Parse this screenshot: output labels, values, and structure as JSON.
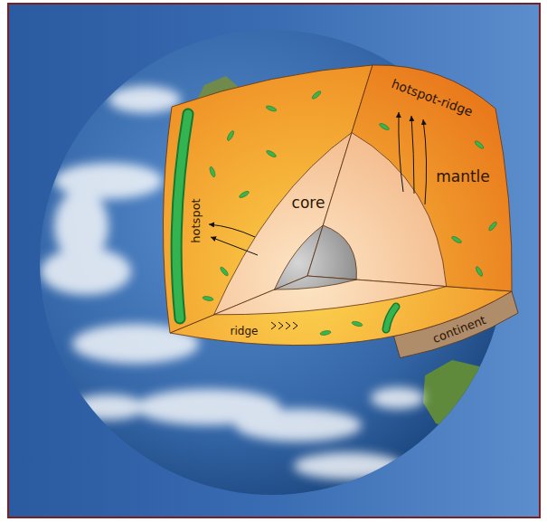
{
  "diagram": {
    "labels": [
      "hotspot-ridge",
      "core",
      "mantle",
      "hotspot",
      "ridge",
      "continent"
    ]
  }
}
